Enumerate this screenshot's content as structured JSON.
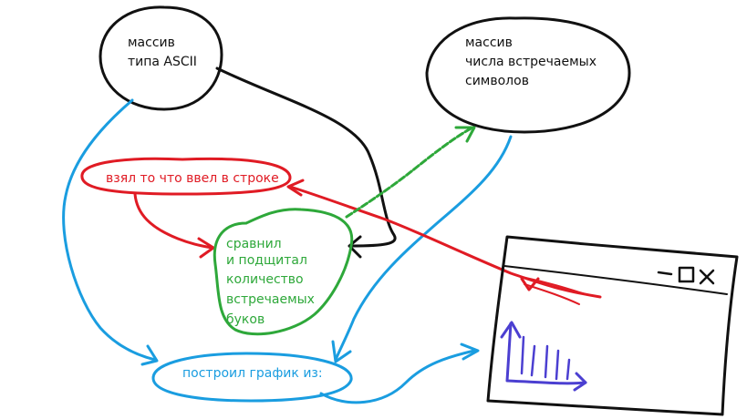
{
  "colors": {
    "black": "#111111",
    "red": "#e01b24",
    "green": "#2ea83a",
    "blue": "#1a9de0",
    "purple": "#4b3fd1"
  },
  "nodes": {
    "ascii_array": {
      "line1": "массив",
      "line2": "типа ASCII"
    },
    "count_array": {
      "line1": "массив",
      "line2": "числа встречаемых",
      "line3": "символов"
    },
    "input_string": {
      "text": "взял то что ввел в строке"
    },
    "compare_count": {
      "line1": "сравнил",
      "line2": "и подщитал",
      "line3": "количество",
      "line4": "встречаемых",
      "line5": "буков"
    },
    "build_chart": {
      "text": "построил график из:"
    }
  },
  "window_sketch": {
    "controls_text": "–□x",
    "icon": "chart-icon"
  }
}
